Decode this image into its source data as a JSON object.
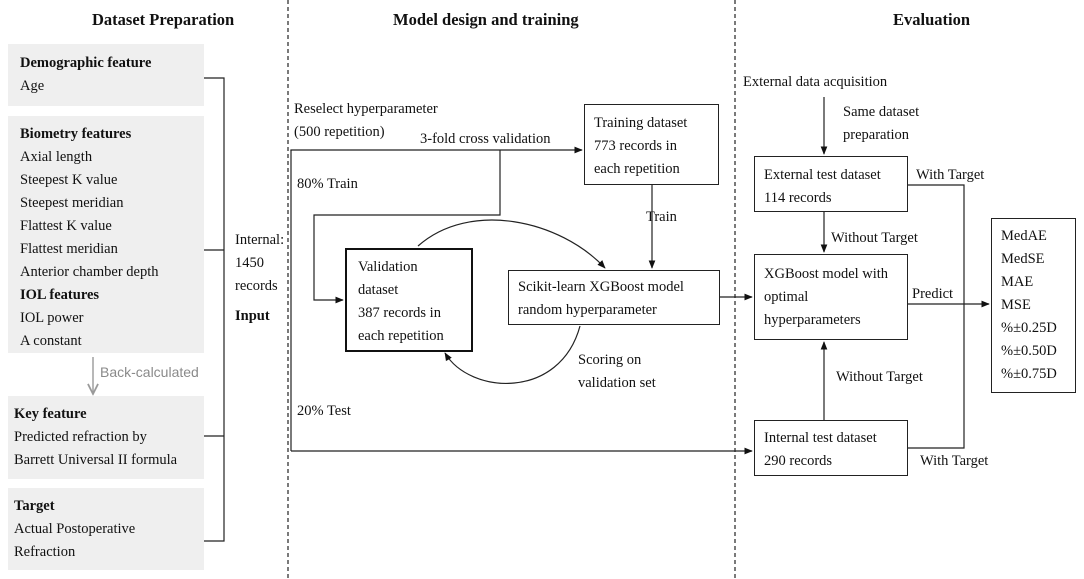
{
  "sections": {
    "dataset_preparation": "Dataset Preparation",
    "model_design": "Model design and training",
    "evaluation": "Evaluation"
  },
  "features": {
    "demographic_title": "Demographic feature",
    "demographic_items": [
      "Age"
    ],
    "biometry_title": "Biometry features",
    "biometry_items": [
      "Axial length",
      "Steepest K value",
      "Steepest meridian",
      "Flattest K value",
      "Flattest meridian",
      "Anterior chamber depth"
    ],
    "iol_title": "IOL features",
    "iol_items": [
      "IOL power",
      "A constant"
    ],
    "back_calculated": "Back-calculated",
    "key_title": "Key feature",
    "key_items": [
      "Predicted refraction by",
      "Barrett Universal II formula"
    ],
    "target_title": "Target",
    "target_items": [
      "Actual Postoperative",
      "Refraction"
    ]
  },
  "input": {
    "internal_lines": [
      "Internal:",
      "1450",
      "records"
    ],
    "input_label": "Input"
  },
  "model": {
    "reselect_lines": [
      "Reselect hyperparameter",
      "(500 repetition)"
    ],
    "cv_label": "3-fold cross validation",
    "train_split": "80% Train",
    "test_split": "20% Test",
    "training_box": [
      "Training dataset",
      "773 records in",
      "each repetition"
    ],
    "train_label": "Train",
    "validation_box": [
      "Validation",
      "dataset",
      "387 records in",
      "each repetition"
    ],
    "xgb_box": [
      "Scikit-learn XGBoost model",
      "random hyperparameter"
    ],
    "scoring_lines": [
      "Scoring on",
      "validation set"
    ]
  },
  "evaluation": {
    "external_acq": "External data acquisition",
    "same_prep": [
      "Same dataset",
      "preparation"
    ],
    "external_box": [
      "External test dataset",
      "114 records"
    ],
    "with_target_top": "With Target",
    "without_target_top": "Without Target",
    "xgb_optimal_box": [
      "XGBoost model with",
      "optimal",
      "hyperparameters"
    ],
    "predict_label": "Predict",
    "without_target_bottom": "Without Target",
    "internal_box": [
      "Internal test dataset",
      "290 records"
    ],
    "with_target_bottom": "With Target",
    "metrics": [
      "MedAE",
      "MedSE",
      "MAE",
      "MSE",
      "%±0.25D",
      "%±0.50D",
      "%±0.75D"
    ]
  }
}
